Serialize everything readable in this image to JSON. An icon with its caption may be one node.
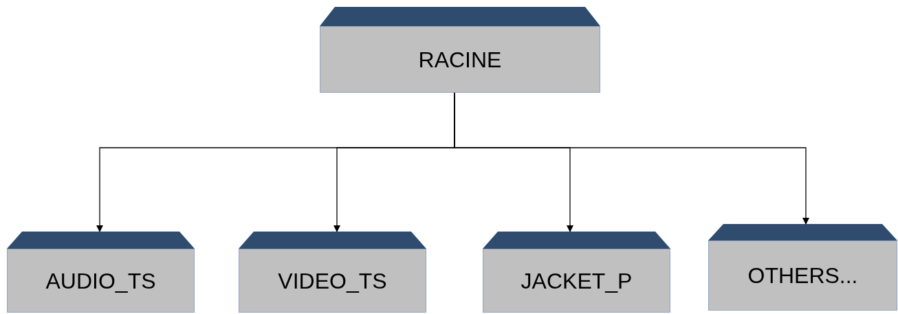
{
  "diagram": {
    "nodes": [
      {
        "text": [
          "RACINE"
        ]
      },
      {
        "text": [
          "AUDIO_TS"
        ]
      },
      {
        "text": [
          "VIDEO_TS"
        ]
      },
      {
        "text": [
          "JACKET_P"
        ]
      },
      {
        "text": [
          "OTHERS..."
        ]
      }
    ],
    "edges": [
      {
        "from": 0,
        "to": 1,
        "arrow": "to"
      },
      {
        "from": 0,
        "to": 2,
        "arrow": "to"
      },
      {
        "from": 0,
        "to": 3,
        "arrow": "to"
      },
      {
        "from": 0,
        "to": 4,
        "arrow": "to"
      }
    ]
  }
}
